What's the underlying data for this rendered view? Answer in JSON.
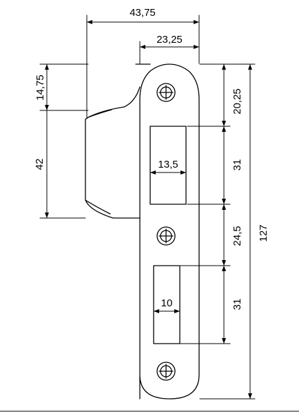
{
  "drawing": {
    "dimensions": {
      "overall_width": "43,75",
      "plate_width": "23,25",
      "lip_offset": "14,75",
      "lip_height": "42",
      "top_hole_offset": "20,25",
      "upper_cutout_height": "31",
      "hole_spacing": "24,5",
      "lower_cutout_height": "31",
      "overall_height": "127",
      "upper_cutout_width": "13,5",
      "lower_cutout_width": "10"
    },
    "colors": {
      "line": "#000000",
      "background": "#ffffff"
    }
  }
}
